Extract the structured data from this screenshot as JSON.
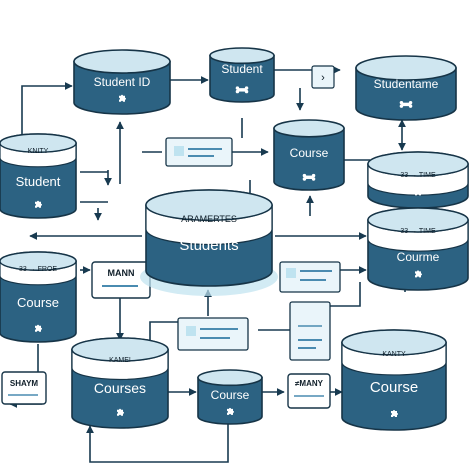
{
  "colors": {
    "cylinder": "#2c6282",
    "cylinder_dark": "#1d4a66",
    "cylinder_top": "#cfe6f0",
    "outline": "#163447",
    "card": "#eaf5fa",
    "card_line": "#4a8bb0",
    "arrow": "#183a50",
    "text": "#0e1d28",
    "accent_soft": "#bfe3f0"
  },
  "icons": {
    "puzzle": "puzzle-icon",
    "bone": "bone-icon",
    "arrow_right": "arrow-right-icon"
  },
  "nodes": {
    "student_id": {
      "label": "Student ID",
      "icon": "puzzle-icon"
    },
    "student_top": {
      "label": "Student",
      "icon": "bone-icon"
    },
    "studentame": {
      "label": "Studentame",
      "icon": "bone-icon"
    },
    "student_left": {
      "top_label": "KNITY",
      "label": "Student",
      "icon": "puzzle-icon"
    },
    "course_mid": {
      "label": "Course",
      "icon": "bone-icon"
    },
    "students_center": {
      "top_label": "ARAMERTES",
      "label": "Students"
    },
    "right_33": {
      "top_label": "33 → TIME",
      "icon": "puzzle-icon"
    },
    "courme": {
      "top_label": "33 → TIME",
      "label": "Courme"
    },
    "course_left": {
      "top_label": "33 → FROE",
      "label": "Course",
      "icon": "puzzle-icon"
    },
    "courses_bottom": {
      "top_label": "KAME!",
      "label": "Courses",
      "icon": "puzzle-icon"
    },
    "course_small": {
      "label": "Course",
      "icon": "puzzle-icon"
    },
    "course_right": {
      "top_label": "KANTY",
      "label": "Course",
      "icon": "puzzle-icon"
    }
  },
  "cards": {
    "mann": {
      "label": "MANN"
    },
    "shaym": {
      "label": "SHAYM"
    },
    "many": {
      "label": "≠MANY"
    }
  }
}
